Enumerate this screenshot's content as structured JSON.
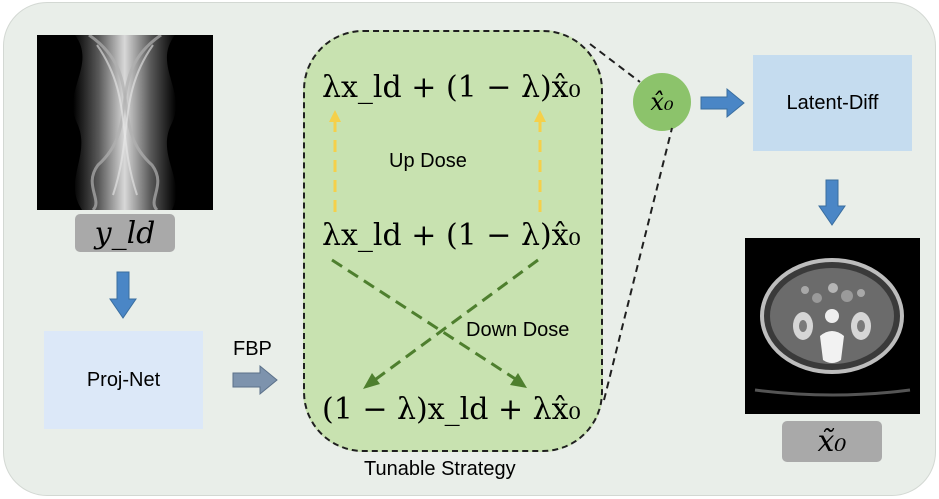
{
  "labels": {
    "y_ld": "y_ld",
    "x0_tilde": "x̃₀",
    "x0_double_hat": "x̂̂₀",
    "proj_net": "Proj-Net",
    "fbp": "FBP",
    "latent_diff": "Latent-Diff",
    "tunable_strategy": "Tunable Strategy",
    "up_dose": "Up Dose",
    "down_dose": "Down Dose"
  },
  "formulas": {
    "top": "λx_ld + (1 − λ)x̂₀",
    "middle": "λx_ld + (1 − λ)x̂₀",
    "bottom": "(1 − λ)x_ld + λx̂₀"
  },
  "colors": {
    "panel_bg": "#e9eee9",
    "tunable_bg": "#c8e2b0",
    "proj_net_bg": "#dce8f8",
    "latent_diff_bg": "#c5dcef",
    "label_box_bg": "#a9a9a9",
    "circle_bg": "#8cc36b",
    "arrow_blue": "#4a86c6",
    "up_arrow_yellow": "#f5d04a",
    "down_arrow_green": "#4e7f2e"
  },
  "icons": {
    "sinogram": "sinogram-image",
    "ct_scan": "ct-scan-image"
  }
}
